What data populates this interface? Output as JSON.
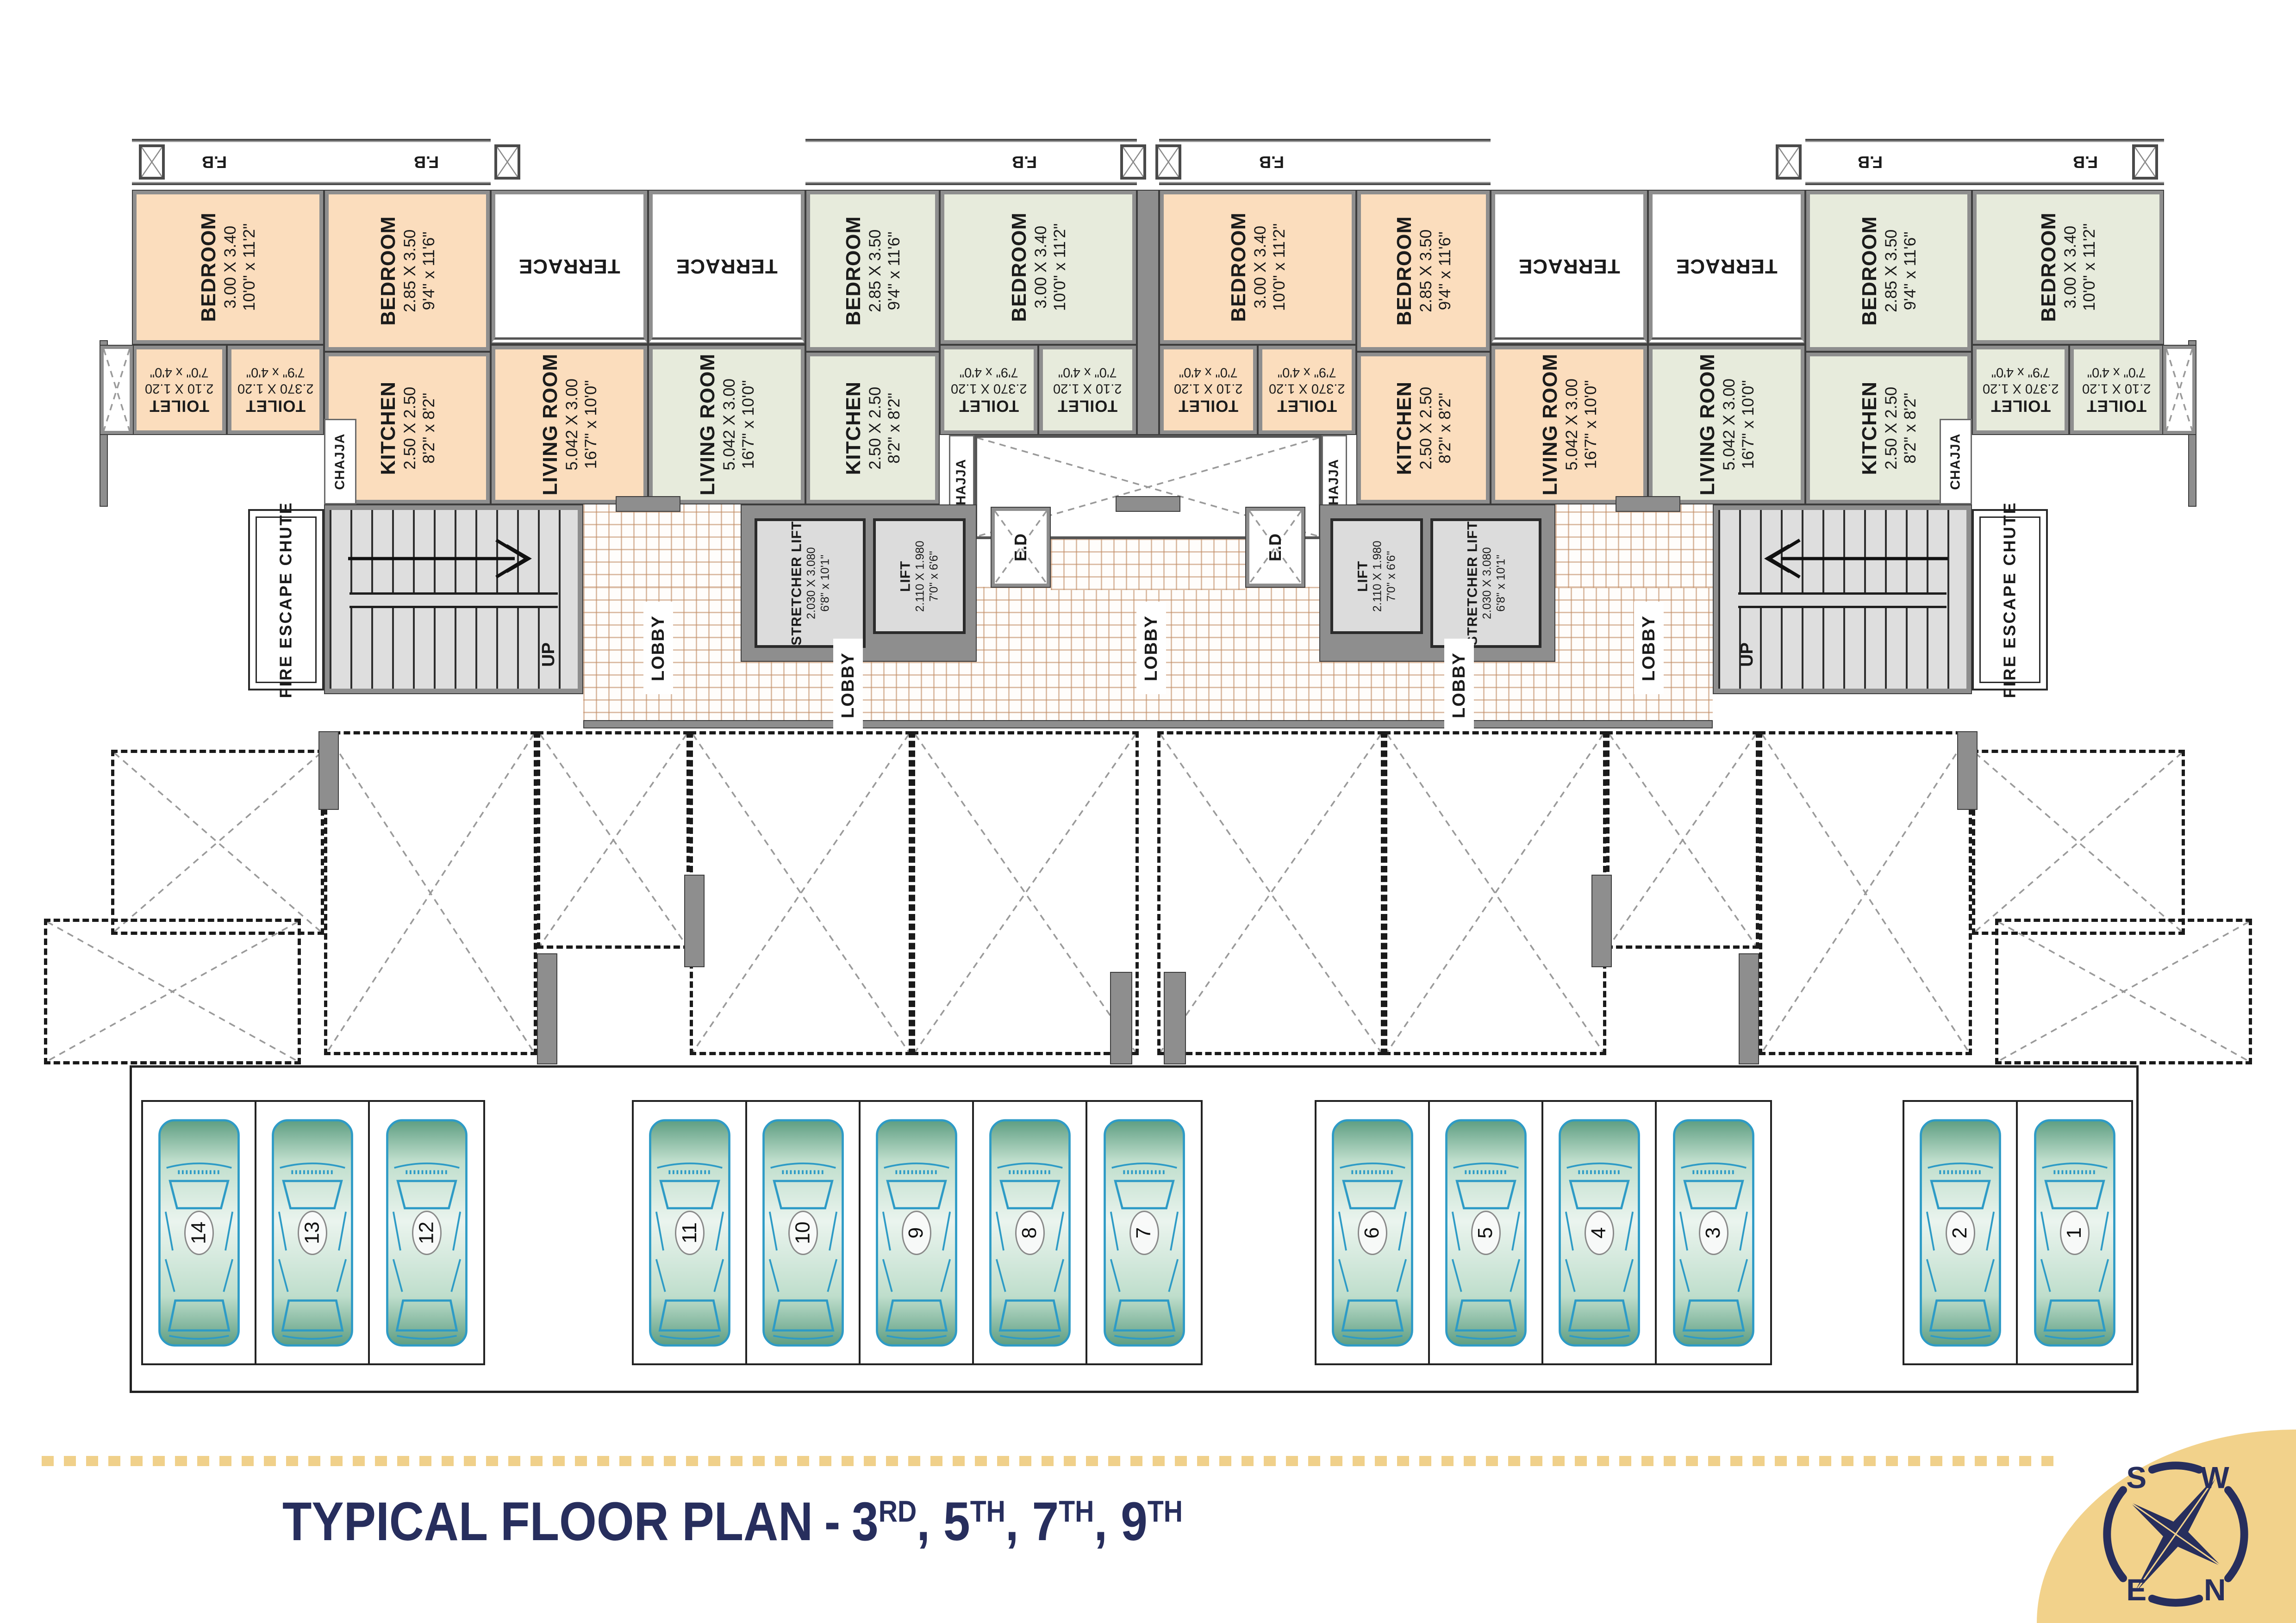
{
  "title": {
    "text": "TYPICAL FLOOR PLAN",
    "separator": "-",
    "delimiter": ", ",
    "floors": [
      {
        "number": "3",
        "ordinal": "RD"
      },
      {
        "number": "5",
        "ordinal": "TH"
      },
      {
        "number": "7",
        "ordinal": "TH"
      },
      {
        "number": "9",
        "ordinal": "TH"
      }
    ]
  },
  "compass": {
    "top_left": "S",
    "top_right": "W",
    "bottom_left": "E",
    "bottom_right": "N"
  },
  "room_types": {
    "bedroom_a": {
      "name": "BEDROOM",
      "dim_m": "3.00 X 3.40",
      "dim_ft": "10'0\" x 11'2\""
    },
    "bedroom_b": {
      "name": "BEDROOM",
      "dim_m": "2.85 X 3.50",
      "dim_ft": "9'4\" x 11'6\""
    },
    "living": {
      "name": "LIVING ROOM",
      "dim_m": "5.042 X 3.00",
      "dim_ft": "16'7\" x 10'0\""
    },
    "kitchen": {
      "name": "KITCHEN",
      "dim_m": "2.50 X 2.50",
      "dim_ft": "8'2\" x 8'2\""
    },
    "toilet_a": {
      "name": "TOILET",
      "dim_m": "2.10 X 1.20",
      "dim_ft": "7'0\" x 4'0\""
    },
    "toilet_b": {
      "name": "TOILET",
      "dim_m": "2.370 X 1.20",
      "dim_ft": "7'9\" x 4'0\""
    },
    "lift": {
      "name": "LIFT",
      "dim_m": "2.110 X 1.980",
      "dim_ft": "7'0\" x 6'6\""
    },
    "stretcher_lift": {
      "name": "STRETCHER LIFT",
      "dim_m": "2.030 X 3.080",
      "dim_ft": "6'8\" x 10'1\""
    }
  },
  "labels": {
    "terrace": "TERRACE",
    "fb": "F.B",
    "chajja": "CHAJJA",
    "lobby": "LOBBY",
    "up": "UP",
    "ed": "E.D",
    "fire_escape_chute": "FIRE ESCAPE CHUTE"
  },
  "parking": {
    "groups": [
      [
        "14",
        "13",
        "12"
      ],
      [
        "11",
        "10",
        "9",
        "8",
        "7"
      ],
      [
        "6",
        "5",
        "4",
        "3"
      ],
      [
        "2",
        "1"
      ]
    ]
  },
  "colors": {
    "unit_peach": "#FBDDBD",
    "unit_green": "#E7EBDC",
    "wall_gray": "#8E8E8E",
    "stair_gray": "#DEDEDE",
    "lobby_hatch": "#C08B62",
    "navy": "#272E5D",
    "gold": "#F2D28B",
    "car_outline": "#2E9BC6"
  }
}
